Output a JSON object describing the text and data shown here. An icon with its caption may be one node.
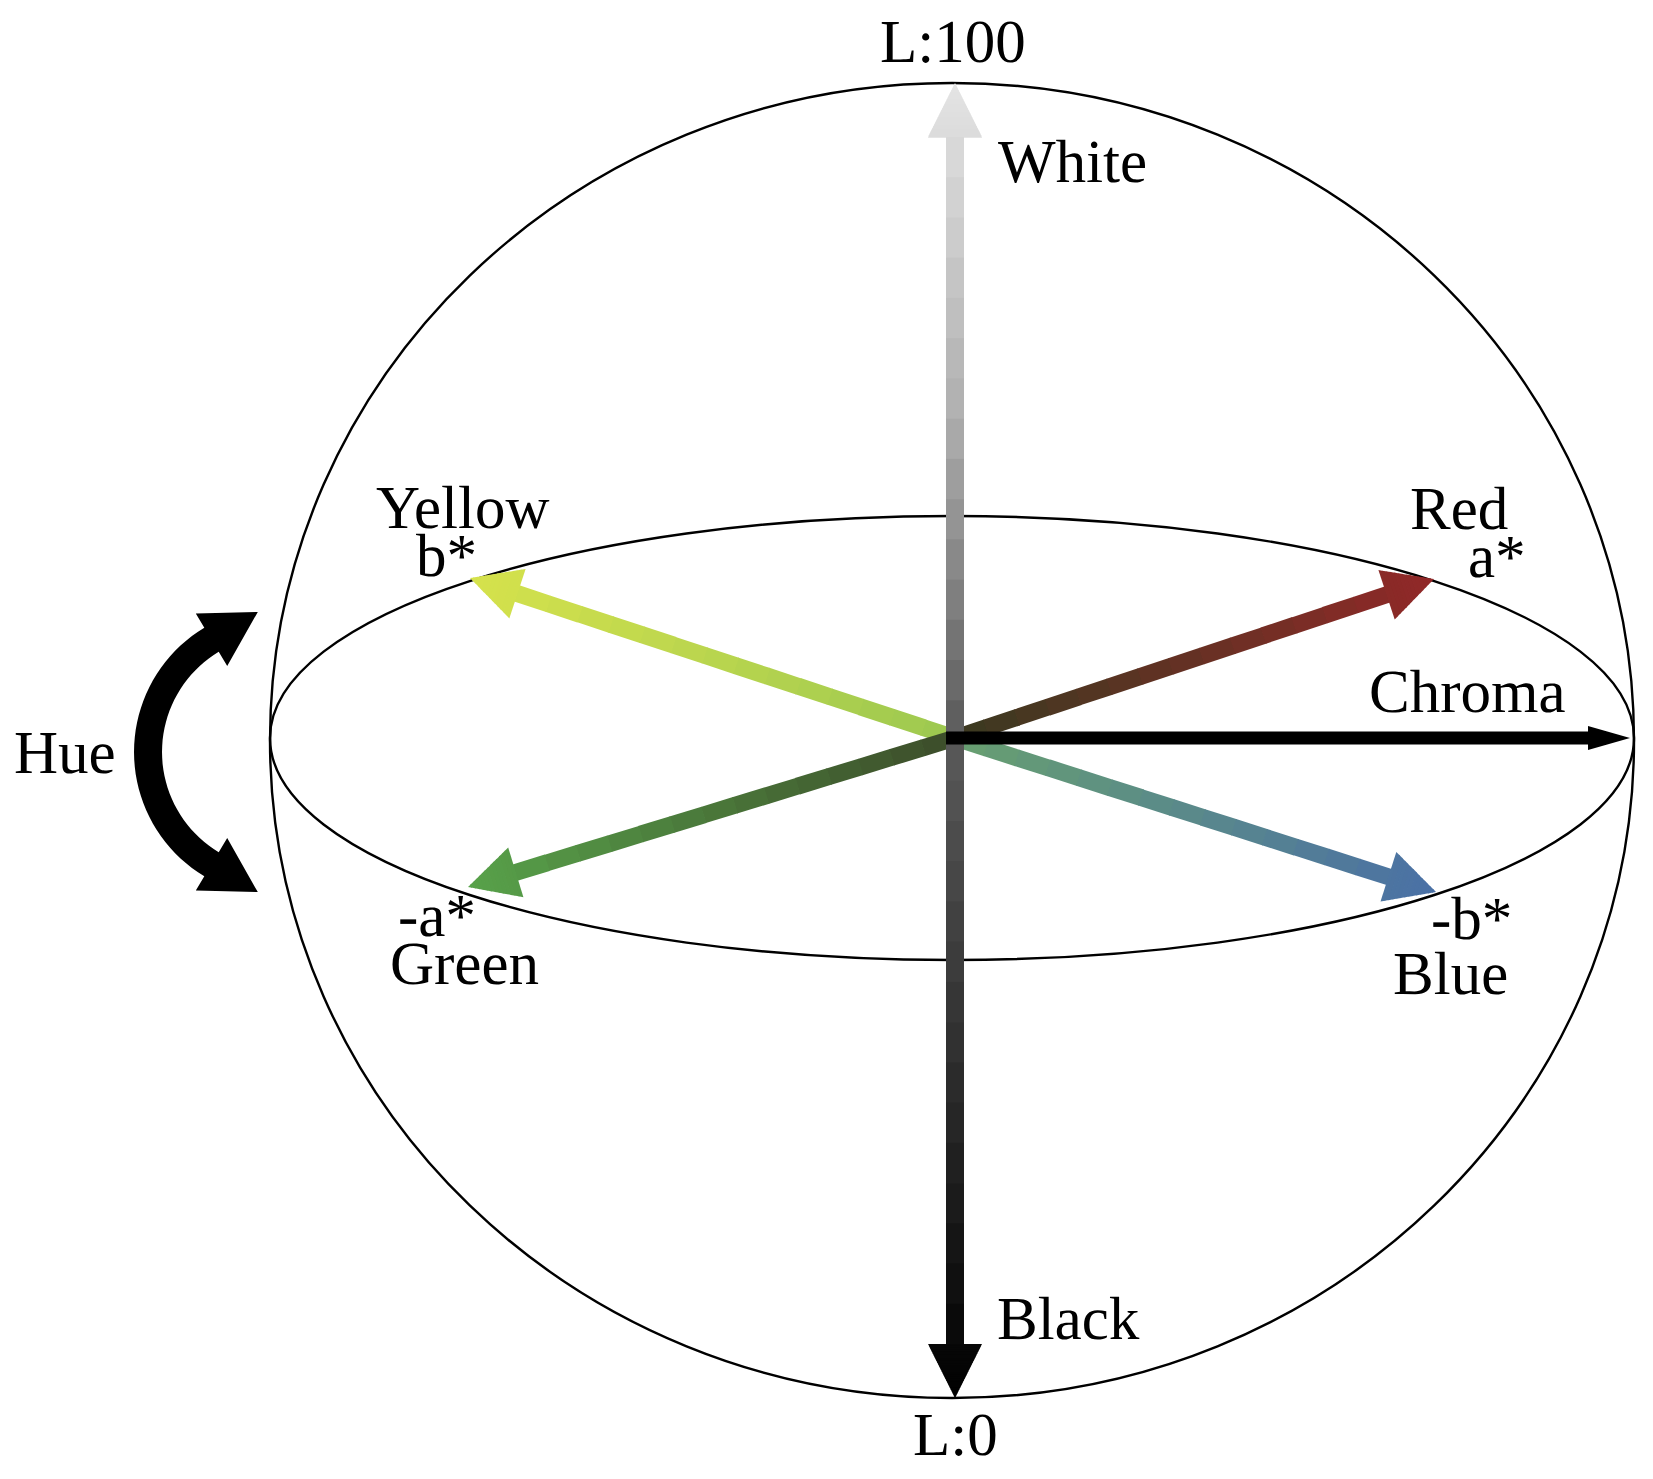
{
  "diagram": {
    "labels": [
      "L:100",
      "White",
      "Yellow",
      "Red",
      "b*",
      "a*",
      "Chroma",
      "Hue",
      "-a*",
      "-b*",
      "Green",
      "Blue",
      "Black",
      "L:0"
    ]
  }
}
